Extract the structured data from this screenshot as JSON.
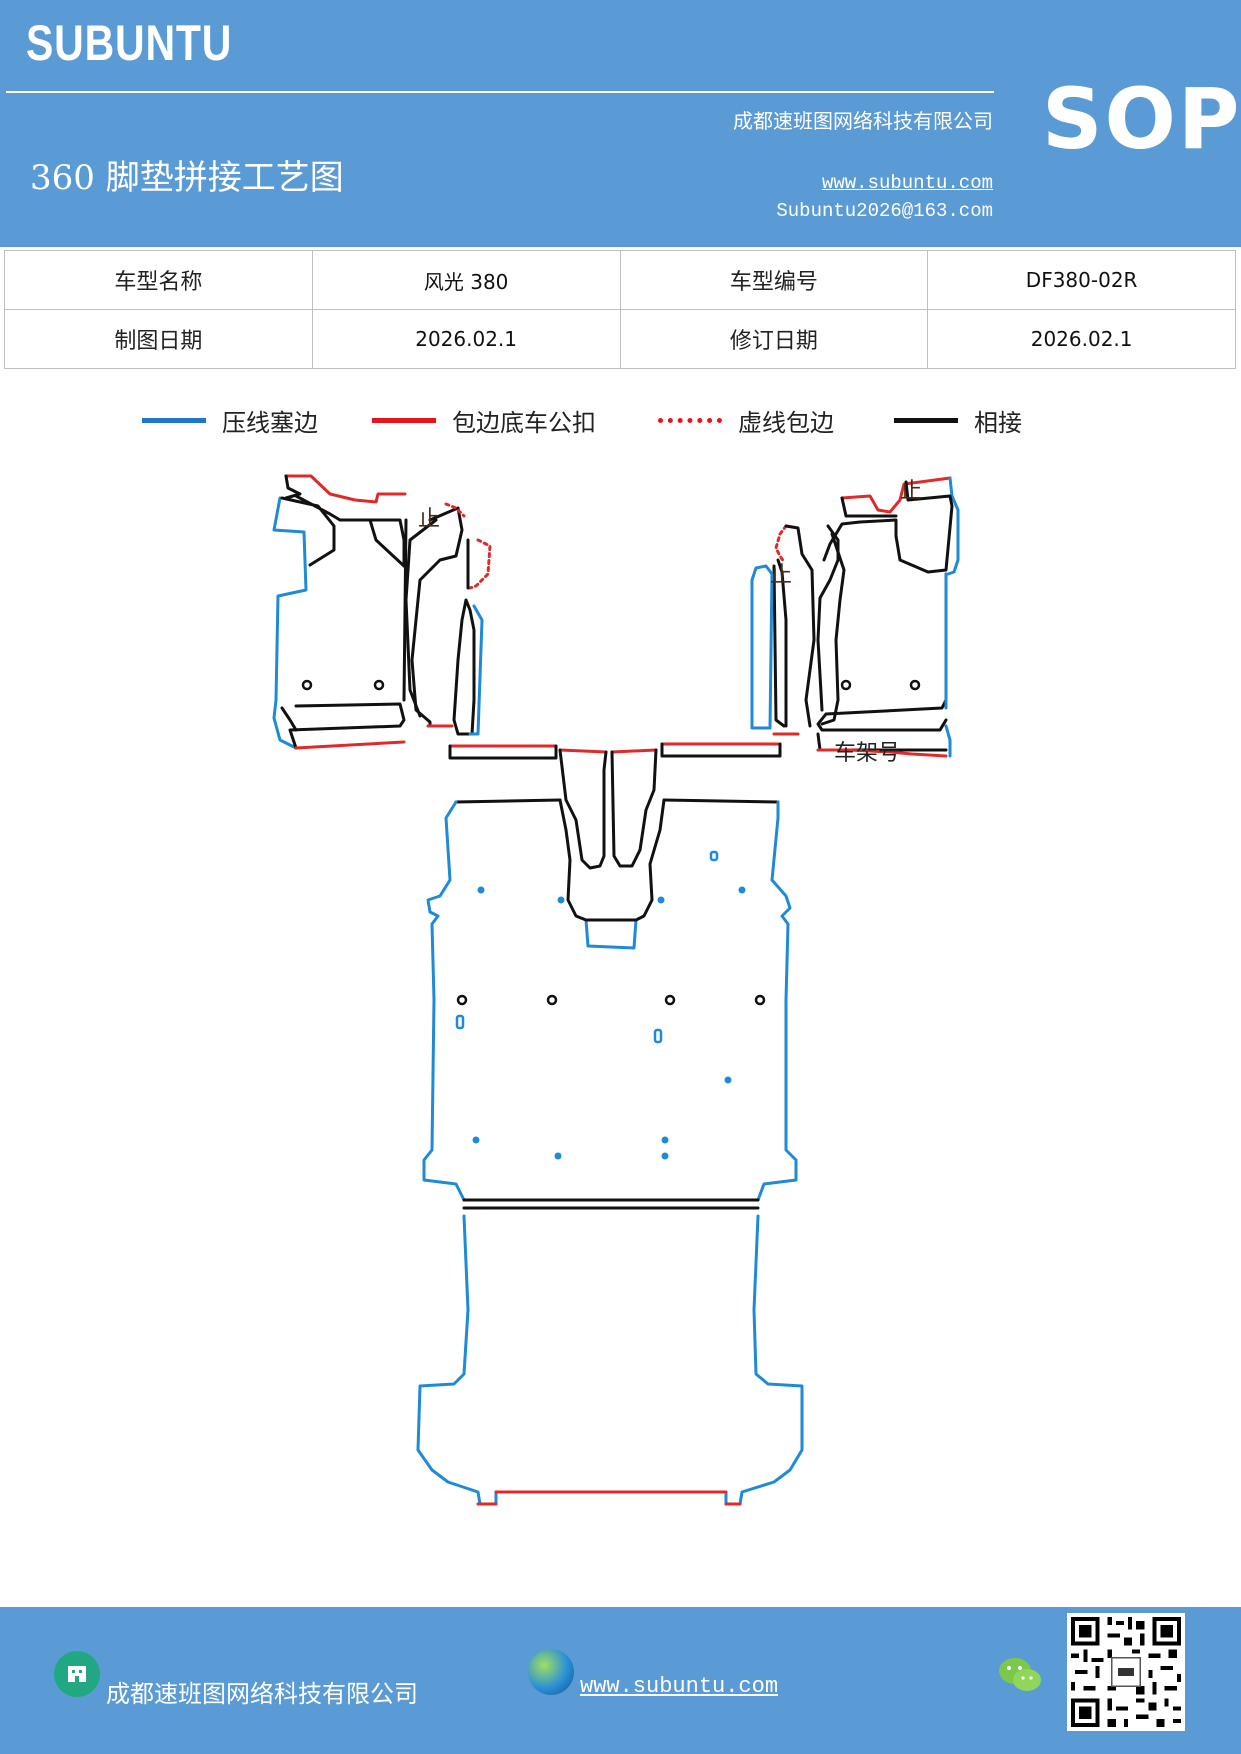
{
  "header": {
    "brand": "SUBUNTU",
    "company": "成都速班图网络科技有限公司",
    "title": "360 脚垫拼接工艺图",
    "website": "www.subuntu.com",
    "email": "Subuntu2026@163.com",
    "badge": "SOP"
  },
  "info_table": {
    "rows": [
      {
        "label1": "车型名称",
        "value1": "风光 380",
        "label2": "车型编号",
        "value2": "DF380-02R"
      },
      {
        "label1": "制图日期",
        "value1": "2026.02.1",
        "label2": "修订日期",
        "value2": "2026.02.1"
      }
    ]
  },
  "legend": [
    {
      "label": "压线塞边",
      "color": "#1f77c9",
      "style": "solid"
    },
    {
      "label": "包边底车公扣",
      "color": "#e8141b",
      "style": "solid"
    },
    {
      "label": "虚线包边",
      "color": "#e8141b",
      "style": "dotted"
    },
    {
      "label": "相接",
      "color": "#111111",
      "style": "solid"
    }
  ],
  "diagram": {
    "marks": {
      "stop_left": "止",
      "stop_right_a": "止",
      "stop_right_b": "止",
      "vin_label": "车架号"
    },
    "colors": {
      "blue": "#1f8ad6",
      "red": "#e02a2a",
      "black": "#111111"
    }
  },
  "footer": {
    "company": "成都速班图网络科技有限公司",
    "website": "www.subuntu.com",
    "icons": [
      "building-icon",
      "globe-icon",
      "wechat-icon",
      "qr-code"
    ]
  }
}
